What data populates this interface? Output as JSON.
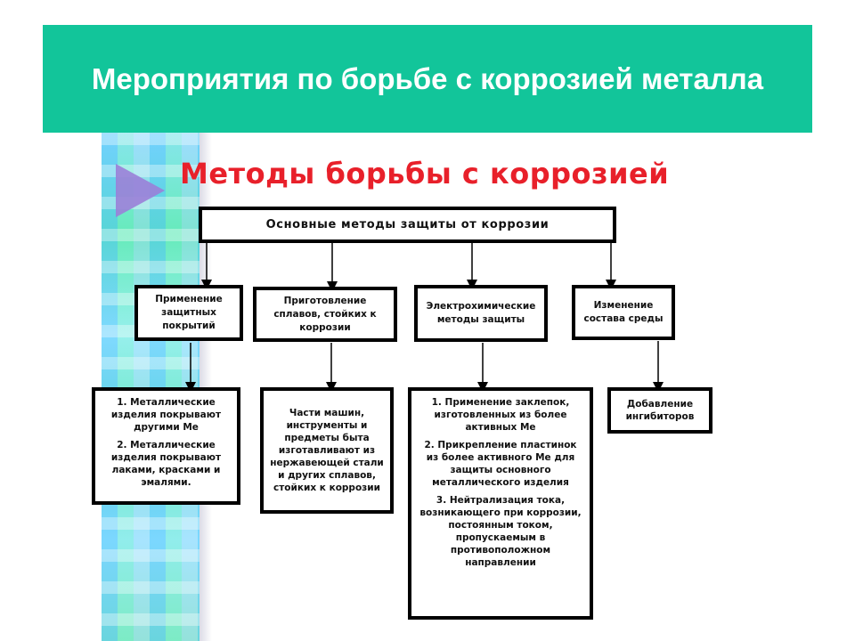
{
  "slide": {
    "title": "Мероприятия по борьбе с коррозией металла"
  },
  "diagram": {
    "heading": "Методы борьбы с коррозией",
    "root": "Основные методы защиты от коррозии",
    "methods": [
      {
        "label": "Применение защитных покрытий",
        "details": [
          "1. Металлические изделия покрывают другими Ме",
          "2. Металлические изделия покрывают лаками, красками и эмалями."
        ]
      },
      {
        "label": "Приготовление сплавов, стойких к коррозии",
        "details": [
          "Части машин, инструменты и предметы быта изготавливают из нержавеющей стали и других сплавов, стойких к коррозии"
        ]
      },
      {
        "label": "Электрохимические методы защиты",
        "details": [
          "1. Применение заклепок, изготовленных из более активных Ме",
          "2. Прикрепление пластинок из более активного Ме для защиты основного металлического изделия",
          "3. Нейтрализация тока, возникающего при коррозии, постоянным током, пропускаемым в противоположном направлении"
        ]
      },
      {
        "label": "Изменение состава среды",
        "details": [
          "Добавление ингибиторов"
        ]
      }
    ]
  },
  "colors": {
    "header_bg": "#12c59a",
    "heading_red": "#e8202a"
  }
}
